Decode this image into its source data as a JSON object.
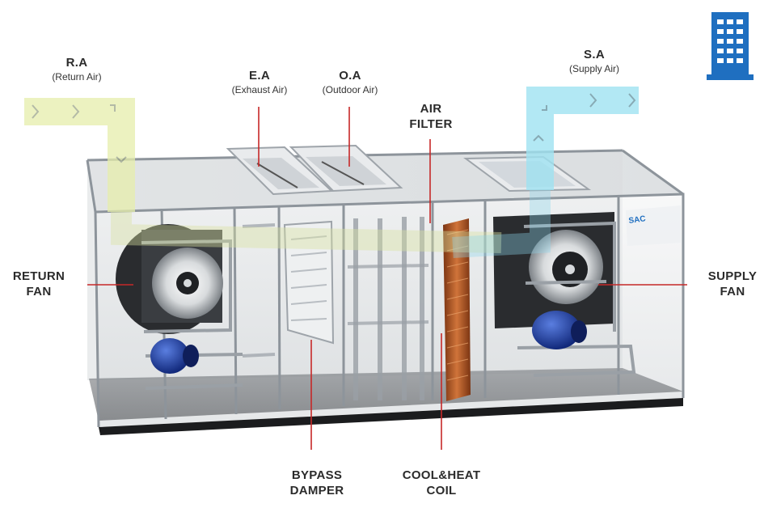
{
  "labels": {
    "return_air": {
      "abbr": "R.A",
      "full": "(Return Air)"
    },
    "exhaust_air": {
      "abbr": "E.A",
      "full": "(Exhaust Air)"
    },
    "outdoor_air": {
      "abbr": "O.A",
      "full": "(Outdoor Air)"
    },
    "supply_air": {
      "abbr": "S.A",
      "full": "(Supply Air)"
    },
    "air_filter": [
      "AIR",
      "FILTER"
    ],
    "return_fan": [
      "RETURN",
      "FAN"
    ],
    "supply_fan": [
      "SUPPLY",
      "FAN"
    ],
    "bypass_damper": [
      "BYPASS",
      "DAMPER"
    ],
    "cool_heat_coil": [
      "COOL&HEAT",
      "COIL"
    ]
  },
  "nameplate": "SAC",
  "icon": "building-icon",
  "colors": {
    "leader_line": "#c62828",
    "return_stream": "#e6eeab",
    "supply_stream": "#9fe3f2",
    "motor": "#1d3fa8",
    "coil": "#b5531f",
    "building_icon": "#1f6fc0",
    "frame": "#8d949b"
  }
}
